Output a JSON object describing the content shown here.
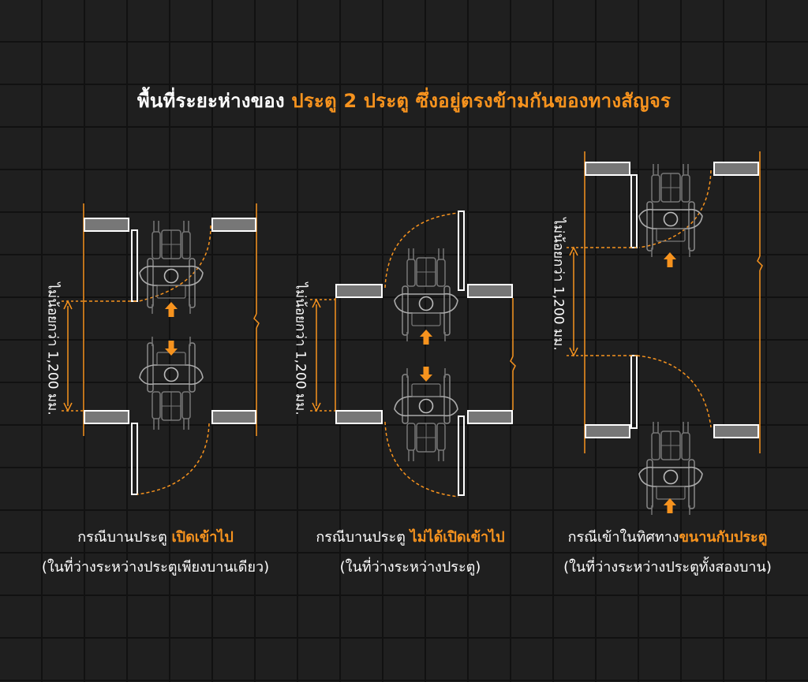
{
  "title": {
    "part1": "พื้นที่ระยะห่างของ ",
    "part2": "ประตู 2 ประตู ซึ่งอยู่ตรงข้ามกันของทางสัญจร"
  },
  "colors": {
    "accent": "#f7931e",
    "background": "#1f1f1f",
    "grid": "#111111"
  },
  "panels": [
    {
      "dimension": "ไม่น้อยกว่า 1,200 มม.",
      "caption_prefix": "กรณีบานประตู ",
      "caption_highlight": "เปิดเข้าไป",
      "caption_note": "(ในที่ว่างระหว่างประตูเพียงบานเดียว)"
    },
    {
      "dimension": "ไม่น้อยกว่า 1,200 มม.",
      "caption_prefix": "กรณีบานประตู ",
      "caption_highlight": "ไม่ได้เปิดเข้าไป",
      "caption_note": "(ในที่ว่างระหว่างประตู)"
    },
    {
      "dimension": "ไม่น้อยกว่า 1,200 มม.",
      "caption_prefix": "กรณีเข้าในทิศทาง",
      "caption_highlight": "ขนานกับประตู",
      "caption_note": "(ในที่ว่างระหว่างประตูทั้งสองบาน)"
    }
  ]
}
